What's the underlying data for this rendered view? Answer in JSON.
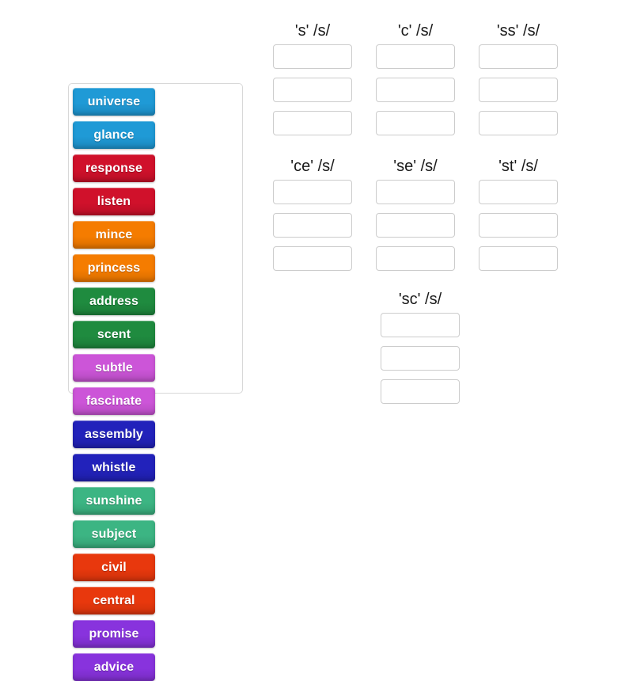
{
  "word_bank": {
    "name": "word-bank",
    "tiles": [
      {
        "label": "universe",
        "color": "#1f9ad6"
      },
      {
        "label": "glance",
        "color": "#1f9ad6"
      },
      {
        "label": "response",
        "color": "#d0112b"
      },
      {
        "label": "listen",
        "color": "#d0112b"
      },
      {
        "label": "mince",
        "color": "#f57c00"
      },
      {
        "label": "princess",
        "color": "#f57c00"
      },
      {
        "label": "address",
        "color": "#1f8b3f"
      },
      {
        "label": "scent",
        "color": "#1f8b3f"
      },
      {
        "label": "subtle",
        "color": "#cc55d8"
      },
      {
        "label": "fascinate",
        "color": "#cc55d8"
      },
      {
        "label": "assembly",
        "color": "#2222bb"
      },
      {
        "label": "whistle",
        "color": "#2222bb"
      },
      {
        "label": "sunshine",
        "color": "#3cb583"
      },
      {
        "label": "subject",
        "color": "#3cb583"
      },
      {
        "label": "civil",
        "color": "#e8380d"
      },
      {
        "label": "central",
        "color": "#e8380d"
      },
      {
        "label": "promise",
        "color": "#8833dd"
      },
      {
        "label": "advice",
        "color": "#8833dd"
      }
    ]
  },
  "categories": [
    {
      "title": "'s' /s/",
      "slots": [
        "",
        "",
        ""
      ]
    },
    {
      "title": "'c' /s/",
      "slots": [
        "",
        "",
        ""
      ]
    },
    {
      "title": "'ss' /s/",
      "slots": [
        "",
        "",
        ""
      ]
    },
    {
      "title": "'ce' /s/",
      "slots": [
        "",
        "",
        ""
      ]
    },
    {
      "title": "'se' /s/",
      "slots": [
        "",
        "",
        ""
      ]
    },
    {
      "title": "'st' /s/",
      "slots": [
        "",
        "",
        ""
      ]
    },
    {
      "title": "'sc' /s/",
      "slots": [
        "",
        "",
        ""
      ]
    }
  ]
}
